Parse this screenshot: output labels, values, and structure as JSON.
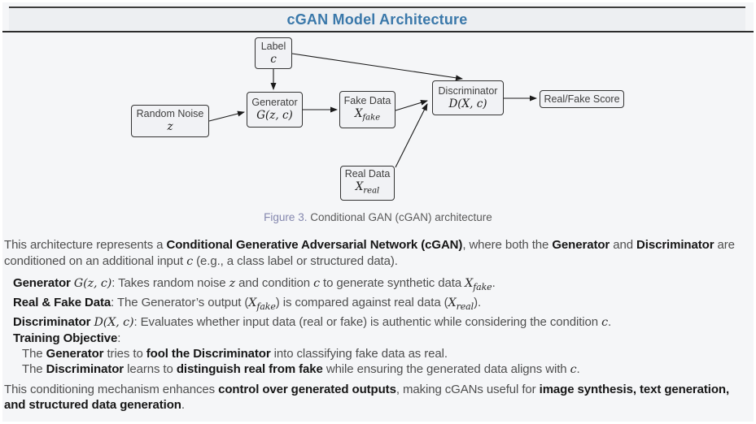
{
  "header": {
    "title": "cGAN Model Architecture"
  },
  "figure": {
    "caption_label": "Figure 3.",
    "caption_text": "Conditional GAN (cGAN) architecture",
    "boxes": {
      "label": {
        "title": "Label",
        "math": "c"
      },
      "random_noise": {
        "title": "Random Noise",
        "math": "z"
      },
      "generator": {
        "title": "Generator",
        "math": "G(z, c)"
      },
      "fake_data": {
        "title": "Fake Data",
        "math": "X",
        "sub": "fake"
      },
      "real_data": {
        "title": "Real Data",
        "math": "X",
        "sub": "real"
      },
      "discriminator": {
        "title": "Discriminator",
        "math": "D(X, c)"
      },
      "score": {
        "title": "Real/Fake Score"
      }
    }
  },
  "content": {
    "p1": {
      "segs": [
        {
          "t": "This architecture represents a "
        },
        {
          "t": "Conditional Generative Adversarial Network (cGAN)"
        },
        {
          "t": ", where both the "
        },
        {
          "t": "Generator"
        },
        {
          "t": " and "
        },
        {
          "t": "Discriminator"
        },
        {
          "t": " are conditioned on an additional input "
        },
        {
          "t": "c"
        },
        {
          "t": " (e.g., a class label or structured data)."
        }
      ]
    },
    "li1": {
      "segs": [
        {
          "t": "Generator "
        },
        {
          "t": "G(z, c)"
        },
        {
          "t": ": Takes random noise "
        },
        {
          "t": "z"
        },
        {
          "t": " and condition "
        },
        {
          "t": "c"
        },
        {
          "t": " to generate synthetic data "
        },
        {
          "t": "X"
        },
        {
          "t": "fake"
        },
        {
          "t": "."
        }
      ]
    },
    "li2": {
      "segs": [
        {
          "t": "Real & Fake Data"
        },
        {
          "t": ": The Generator’s output ("
        },
        {
          "t": "X"
        },
        {
          "t": "fake"
        },
        {
          "t": ") is compared against real data ("
        },
        {
          "t": "X"
        },
        {
          "t": "real"
        },
        {
          "t": ")."
        }
      ]
    },
    "li3": {
      "segs": [
        {
          "t": "Discriminator "
        },
        {
          "t": "D(X, c)"
        },
        {
          "t": ": Evaluates whether input data (real or fake) is authentic while considering the condition "
        },
        {
          "t": "c"
        },
        {
          "t": "."
        }
      ]
    },
    "li4": {
      "segs": [
        {
          "t": "Training Objective"
        },
        {
          "t": ":"
        }
      ]
    },
    "li5": {
      "segs": [
        {
          "t": "The "
        },
        {
          "t": "Generator"
        },
        {
          "t": " tries to "
        },
        {
          "t": "fool the Discriminator"
        },
        {
          "t": " into classifying fake data as real."
        }
      ]
    },
    "li6": {
      "segs": [
        {
          "t": "The "
        },
        {
          "t": "Discriminator"
        },
        {
          "t": " learns to "
        },
        {
          "t": "distinguish real from fake"
        },
        {
          "t": " while ensuring the generated data aligns with "
        },
        {
          "t": "c"
        },
        {
          "t": "."
        }
      ]
    },
    "p3": {
      "segs": [
        {
          "t": "This conditioning mechanism enhances "
        },
        {
          "t": "control over generated outputs"
        },
        {
          "t": ", making cGANs useful for "
        },
        {
          "t": "image synthesis, text generation, and structured data generation"
        },
        {
          "t": "."
        }
      ]
    }
  },
  "colors": {
    "title": "#3a78aa",
    "caption_label": "#8487ae",
    "body_text": "#4e4e4e",
    "bold_text": "#161616",
    "rule": "#2c2c2c",
    "background": "#f5f6f8",
    "box_fill": "#f1f2f5",
    "box_border": "#333333",
    "arrow": "#1b1b1b"
  }
}
